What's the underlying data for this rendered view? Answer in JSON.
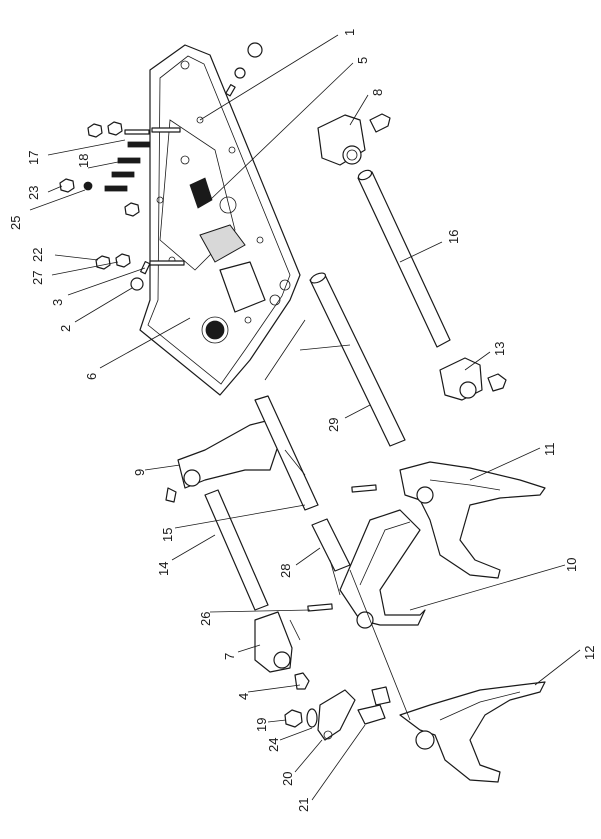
{
  "callouts": [
    "1",
    "5",
    "8",
    "16",
    "17",
    "18",
    "23",
    "25",
    "22",
    "27",
    "3",
    "2",
    "6",
    "29",
    "13",
    "11",
    "9",
    "15",
    "14",
    "28",
    "10",
    "26",
    "7",
    "12",
    "4",
    "19",
    "24",
    "20",
    "21"
  ]
}
